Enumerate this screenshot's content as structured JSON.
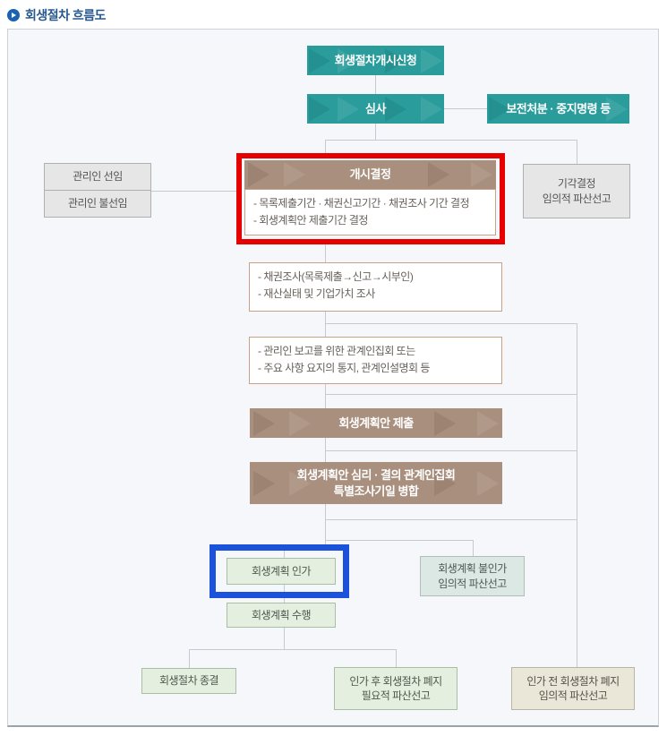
{
  "header": {
    "title": "회생절차 흐름도",
    "icon": "arrow-right-circle"
  },
  "colors": {
    "teal_node": "#2a9c9c",
    "brown_node": "#a98f7e",
    "green_node": "#e4efdf",
    "board_background": "#f5f7fa",
    "red_annotation": "#e60000",
    "blue_annotation": "#1b52db"
  },
  "flow": {
    "apply": {
      "label": "회생절차개시신청"
    },
    "review": {
      "label": "심사"
    },
    "preservation": {
      "label": "보전처분 · 중지명령 등"
    },
    "custodian_appointed": {
      "label": "관리인 선임"
    },
    "custodian_not_appointed": {
      "label": "관리인 불선임"
    },
    "rejection": {
      "line1": "기각결정",
      "line2": "임의적 파산선고"
    },
    "commencement": {
      "title": "개시결정",
      "item1": "- 목록제출기간 · 채권신고기간 · 채권조사 기간 결정",
      "item2": "- 회생계획안 제출기간 결정"
    },
    "claim_investigation": {
      "item1": "- 채권조사(목록제출→신고→시부인)",
      "item2": "- 재산실태 및 기업가치 조사"
    },
    "custodian_report": {
      "item1": "- 관리인 보고를 위한 관계인집회 또는",
      "item2": "- 주요 사항 요지의 통지, 관계인설명회 등"
    },
    "plan_submission": {
      "label": "회생계획안 제출"
    },
    "plan_meeting": {
      "line1": "회생계획안 심리 · 결의 관계인집회",
      "line2": "특별조사기일 병합"
    },
    "plan_approval": {
      "label": "회생계획 인가"
    },
    "plan_disapproval": {
      "line1": "회생계획 불인가",
      "line2": "임의적 파산선고"
    },
    "plan_execution": {
      "label": "회생계획 수행"
    },
    "procedure_conclusion": {
      "label": "회생절차 종결"
    },
    "abolition_after_approval": {
      "line1": "인가 후 회생절차 폐지",
      "line2": "필요적 파산선고"
    },
    "abolition_before_approval": {
      "line1": "인가 전 회생절차 폐지",
      "line2": "임의적 파산선고"
    }
  }
}
